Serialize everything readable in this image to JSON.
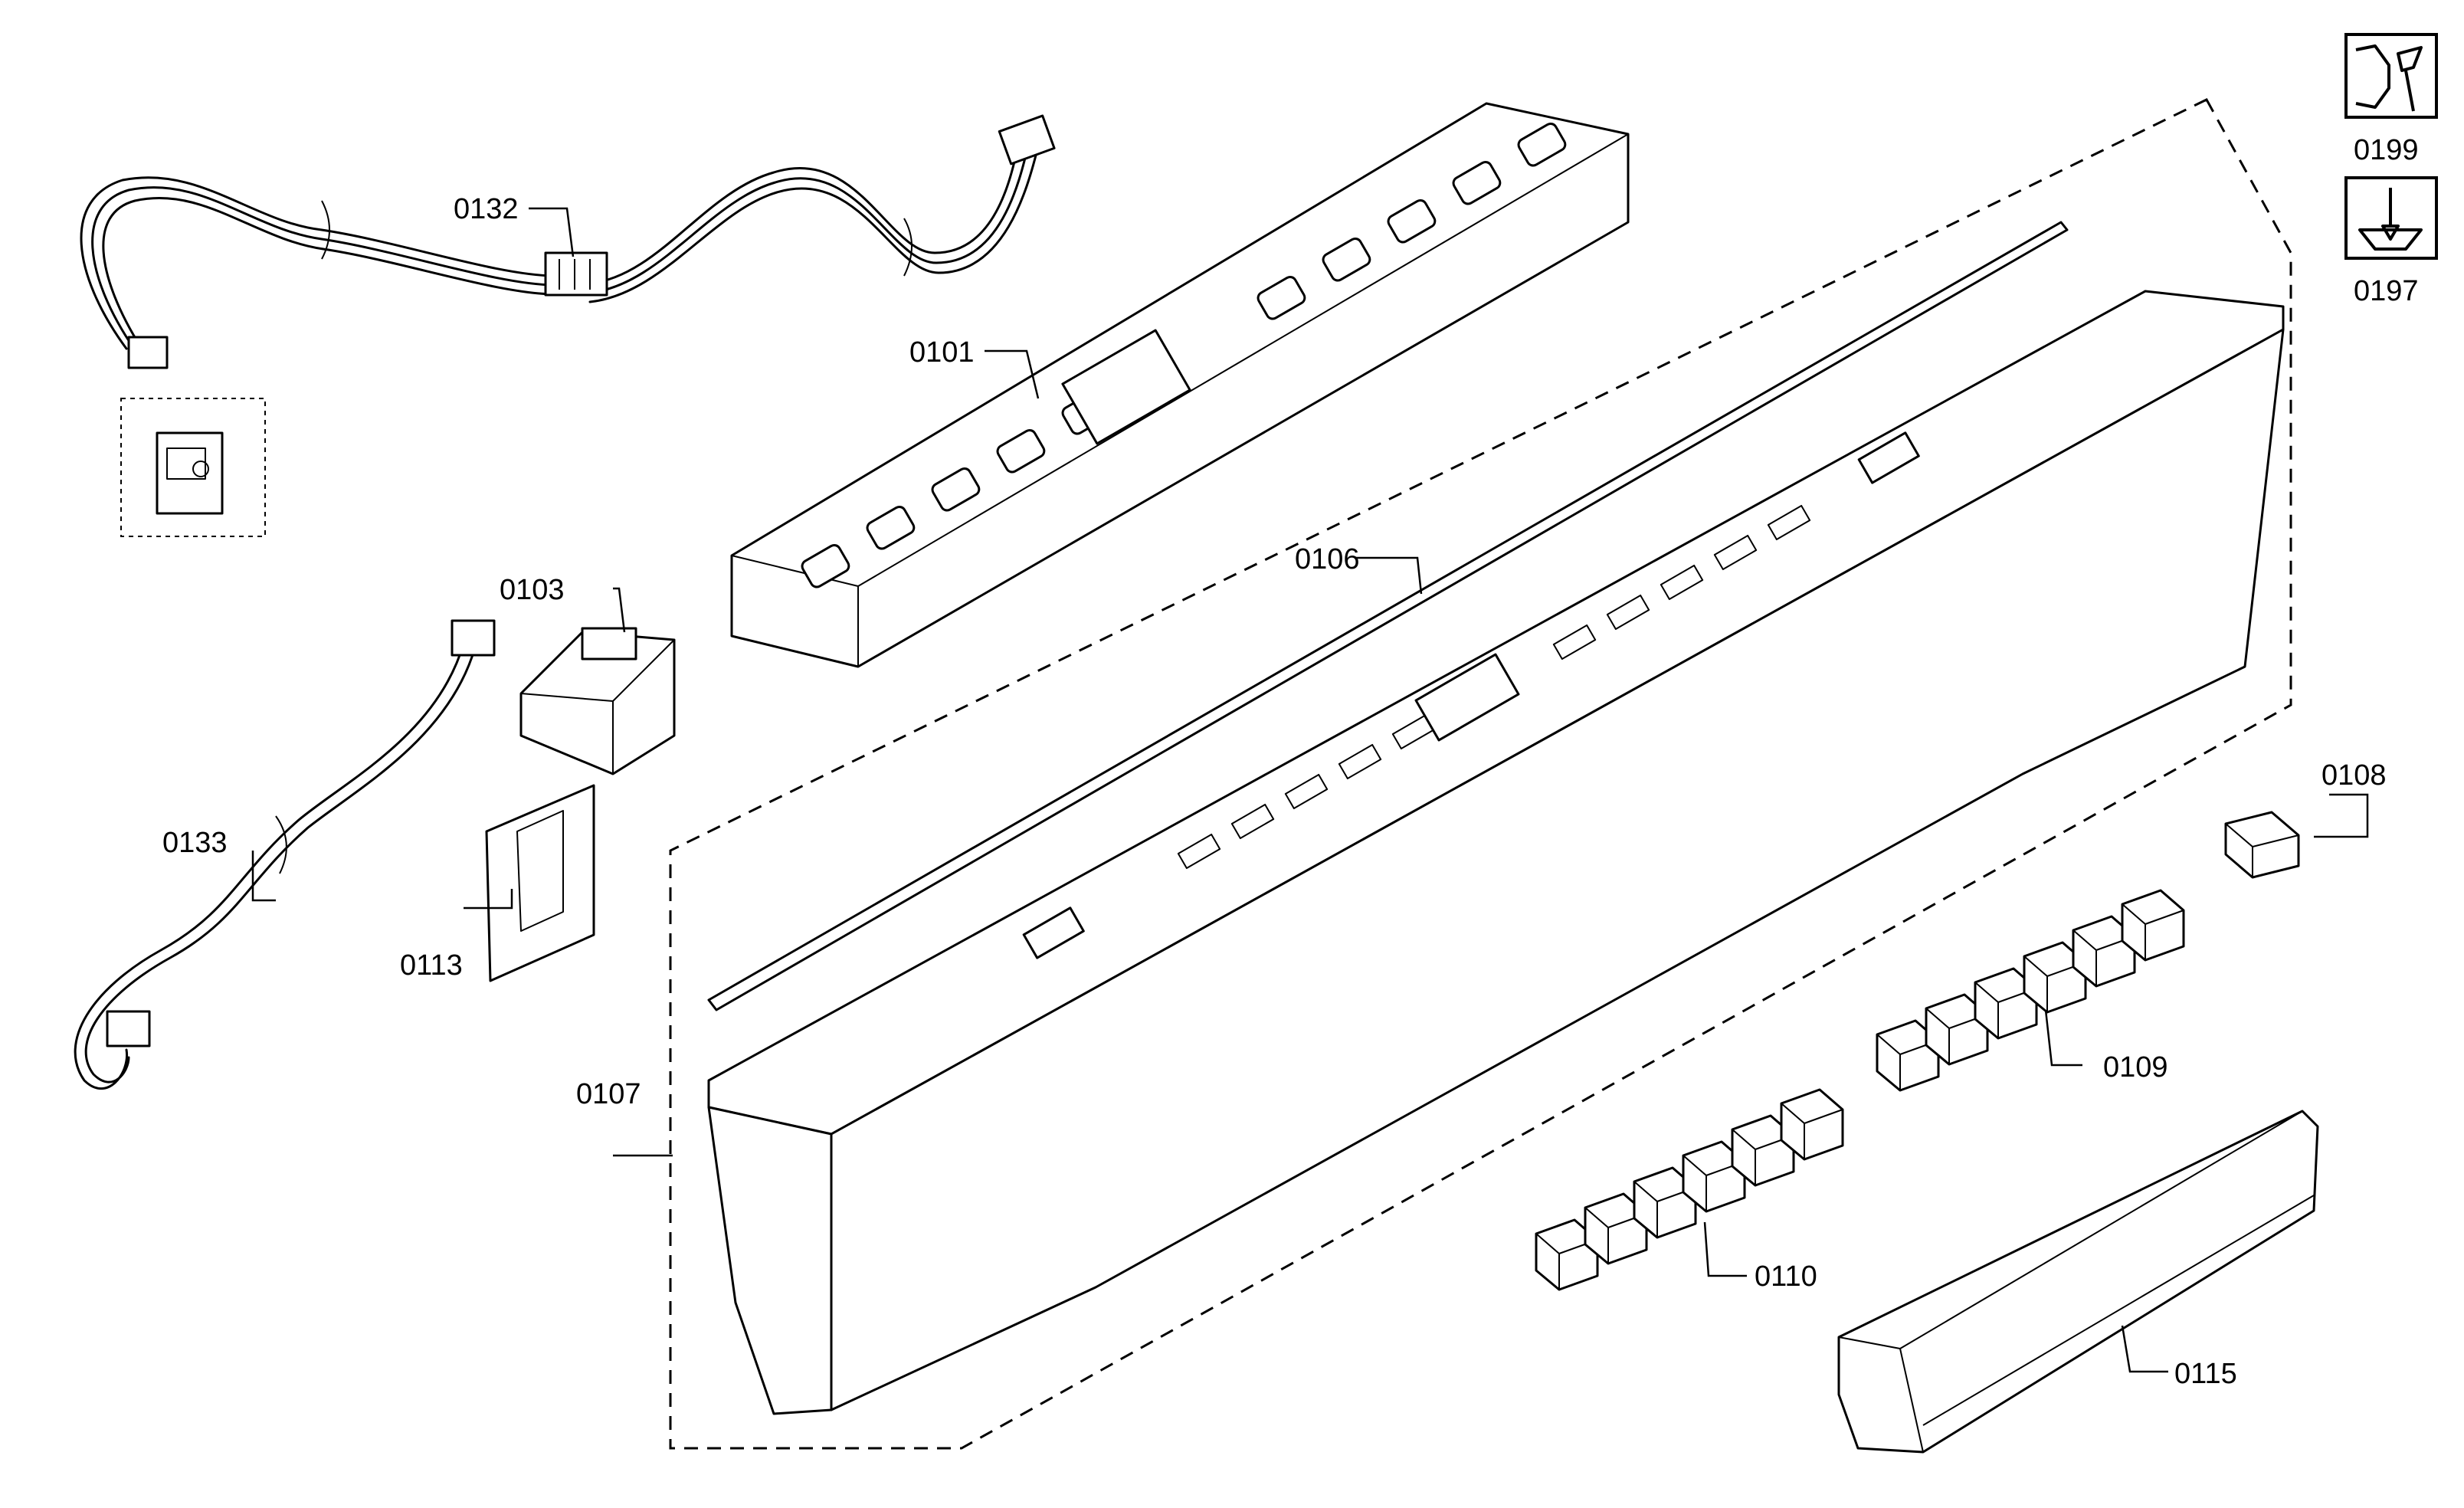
{
  "labels": {
    "l0101": "0101",
    "l0103": "0103",
    "l0106": "0106",
    "l0107": "0107",
    "l0108": "0108",
    "l0109": "0109",
    "l0110": "0110",
    "l0113": "0113",
    "l0115": "0115",
    "l0132": "0132",
    "l0133": "0133",
    "l0197": "0197",
    "l0199": "0199"
  },
  "icons": {
    "tool_icon": "wrench-hex-icon",
    "fastener_icon": "screwdriver-screw-icon"
  }
}
